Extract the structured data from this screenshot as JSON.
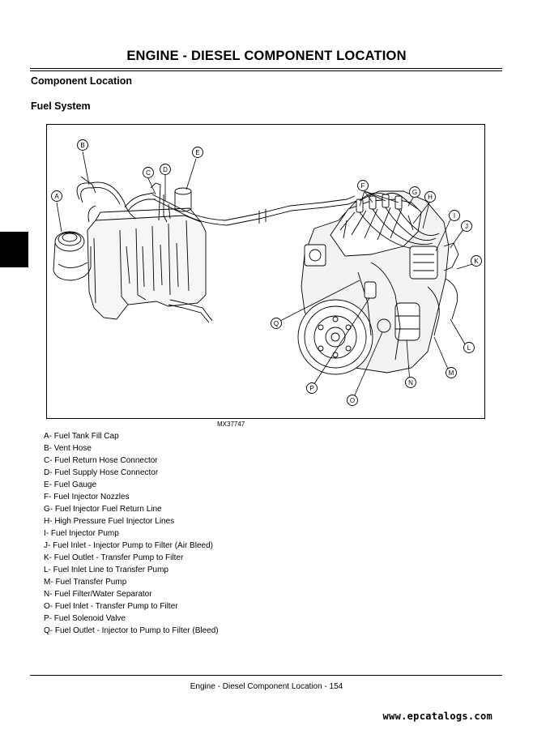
{
  "header": {
    "title": "ENGINE - DIESEL   COMPONENT LOCATION"
  },
  "section": {
    "title": "Component Location",
    "subtitle": "Fuel System"
  },
  "figure": {
    "id": "MX37747",
    "callouts": [
      "A",
      "B",
      "C",
      "D",
      "E",
      "F",
      "G",
      "H",
      "I",
      "J",
      "K",
      "L",
      "M",
      "N",
      "O",
      "P",
      "Q"
    ]
  },
  "legend": [
    "A- Fuel Tank Fill Cap",
    "B- Vent Hose",
    "C- Fuel Return Hose Connector",
    "D- Fuel Supply Hose Connector",
    "E- Fuel Gauge",
    "F- Fuel Injector Nozzles",
    "G- Fuel Injector Fuel Return Line",
    "H- High Pressure Fuel Injector Lines",
    "I- Fuel Injector Pump",
    "J- Fuel Inlet - Injector Pump to Filter (Air Bleed)",
    "K- Fuel Outlet - Transfer Pump to Filter",
    "L- Fuel Inlet Line to Transfer Pump",
    "M- Fuel Transfer Pump",
    "N- Fuel Filter/Water Separator",
    "O- Fuel Inlet - Transfer Pump to Filter",
    "P- Fuel Solenoid Valve",
    "Q- Fuel Outlet - Injector to Pump to Filter (Bleed)"
  ],
  "footer": {
    "text": "Engine - Diesel   Component Location  - 154"
  },
  "watermark": "www.epcatalogs.com"
}
